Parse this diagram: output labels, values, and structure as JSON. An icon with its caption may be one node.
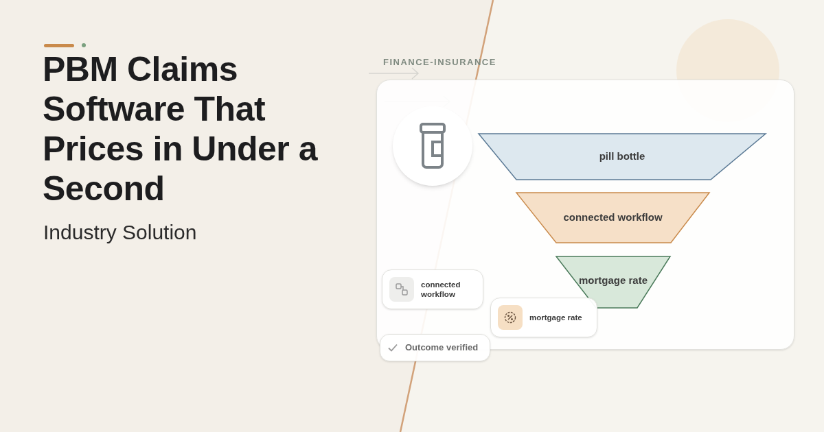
{
  "diagram": {
    "title": "PBM Claims Software That Prices in Under a Second",
    "nodes": [
      {
        "text": [
          "pill bottle"
        ]
      },
      {
        "text": [
          "connected workflow"
        ]
      },
      {
        "text": [
          "mortgage rate"
        ]
      },
      {
        "text": [
          "connected workflow"
        ]
      },
      {
        "text": [
          "mortgage rate"
        ]
      },
      {
        "text": [
          "Outcome verified"
        ]
      }
    ],
    "edges": [],
    "labels": [
      "Industry Solution",
      "FINANCE-INSURANCE"
    ]
  }
}
